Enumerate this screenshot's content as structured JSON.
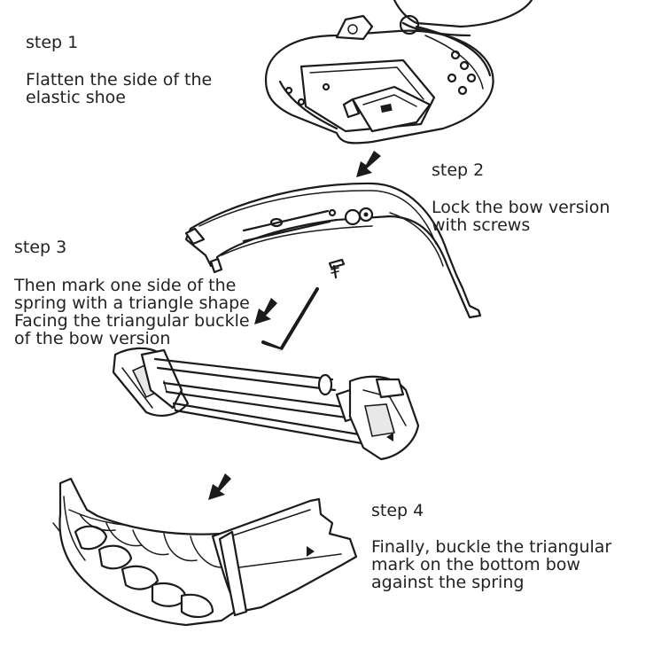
{
  "steps": [
    {
      "title": "step 1",
      "description": "Flatten the side of the\nelastic shoe"
    },
    {
      "title": "step 2",
      "description": "Lock the bow version\nwith screws"
    },
    {
      "title": "step 3",
      "description": "Then mark one side of the\nspring with a triangle shape\nFacing the triangular buckle\nof the bow version"
    },
    {
      "title": "step 4",
      "description": "Finally, buckle the triangular\nmark on the bottom bow\nagainst the spring"
    }
  ],
  "colors": {
    "line": "#1b1b1b",
    "text": "#222222",
    "background": "#ffffff"
  }
}
